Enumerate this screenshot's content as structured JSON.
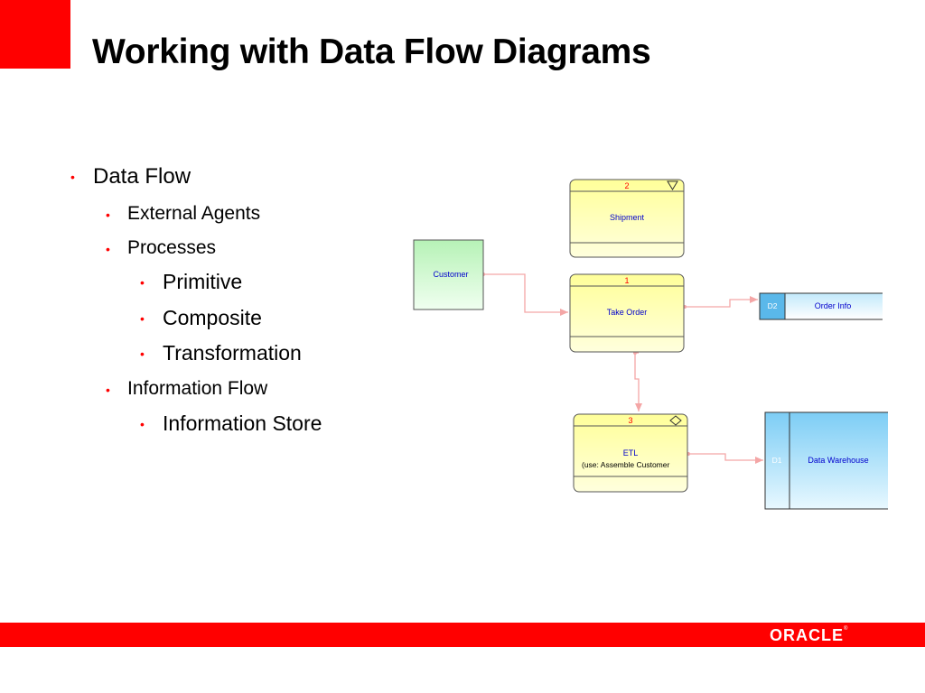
{
  "slide": {
    "title": "Working with Data Flow Diagrams"
  },
  "bullets": [
    {
      "text": "Data Flow"
    },
    {
      "text": "External Agents"
    },
    {
      "text": "Processes"
    },
    {
      "text": "Primitive"
    },
    {
      "text": "Composite"
    },
    {
      "text": "Transformation"
    },
    {
      "text": "Information Flow"
    },
    {
      "text": "Information Store"
    }
  ],
  "bullet_glyph": "•",
  "diagram": {
    "external_agent": {
      "label": "Customer"
    },
    "processes": [
      {
        "number": "2",
        "label": "Shipment",
        "sublabel": "",
        "marker_icon": "triangle-down-icon"
      },
      {
        "number": "1",
        "label": "Take Order",
        "sublabel": ""
      },
      {
        "number": "3",
        "label": "ETL",
        "sublabel": "(use: Assemble Customer",
        "marker_icon": "diamond-icon"
      }
    ],
    "stores": [
      {
        "id": "D2",
        "label": "Order Info"
      },
      {
        "id": "D1",
        "label": "Data Warehouse"
      }
    ]
  },
  "footer": {
    "logo_text": "ORACLE",
    "logo_mark": "®"
  },
  "colors": {
    "accent_red": "#ff0000",
    "process_yellow": "#ffffa8",
    "agent_green": "#c8f5c8",
    "store_blue": "#8fd4f7",
    "flow_pink": "#f4a6a6",
    "label_blue": "#0000cc"
  }
}
